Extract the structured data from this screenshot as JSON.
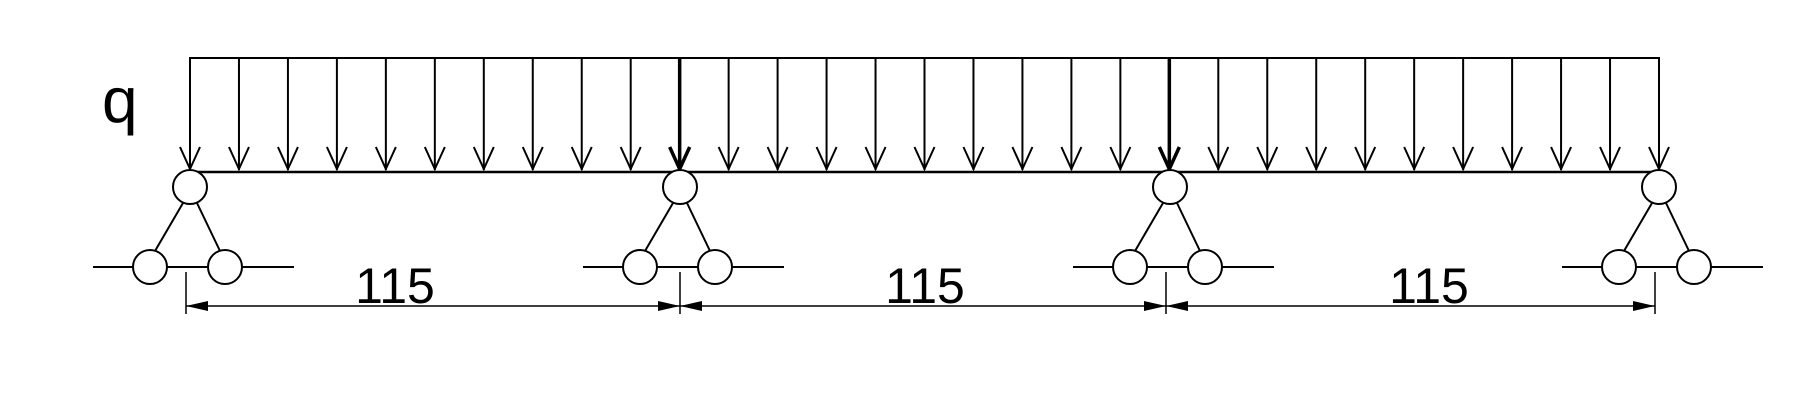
{
  "diagram": {
    "load_label": "q",
    "span_labels": [
      "115",
      "115",
      "115"
    ],
    "support_count": 4,
    "arrow_count": 31,
    "stroke_color": "#000000",
    "background_color": "#ffffff"
  }
}
